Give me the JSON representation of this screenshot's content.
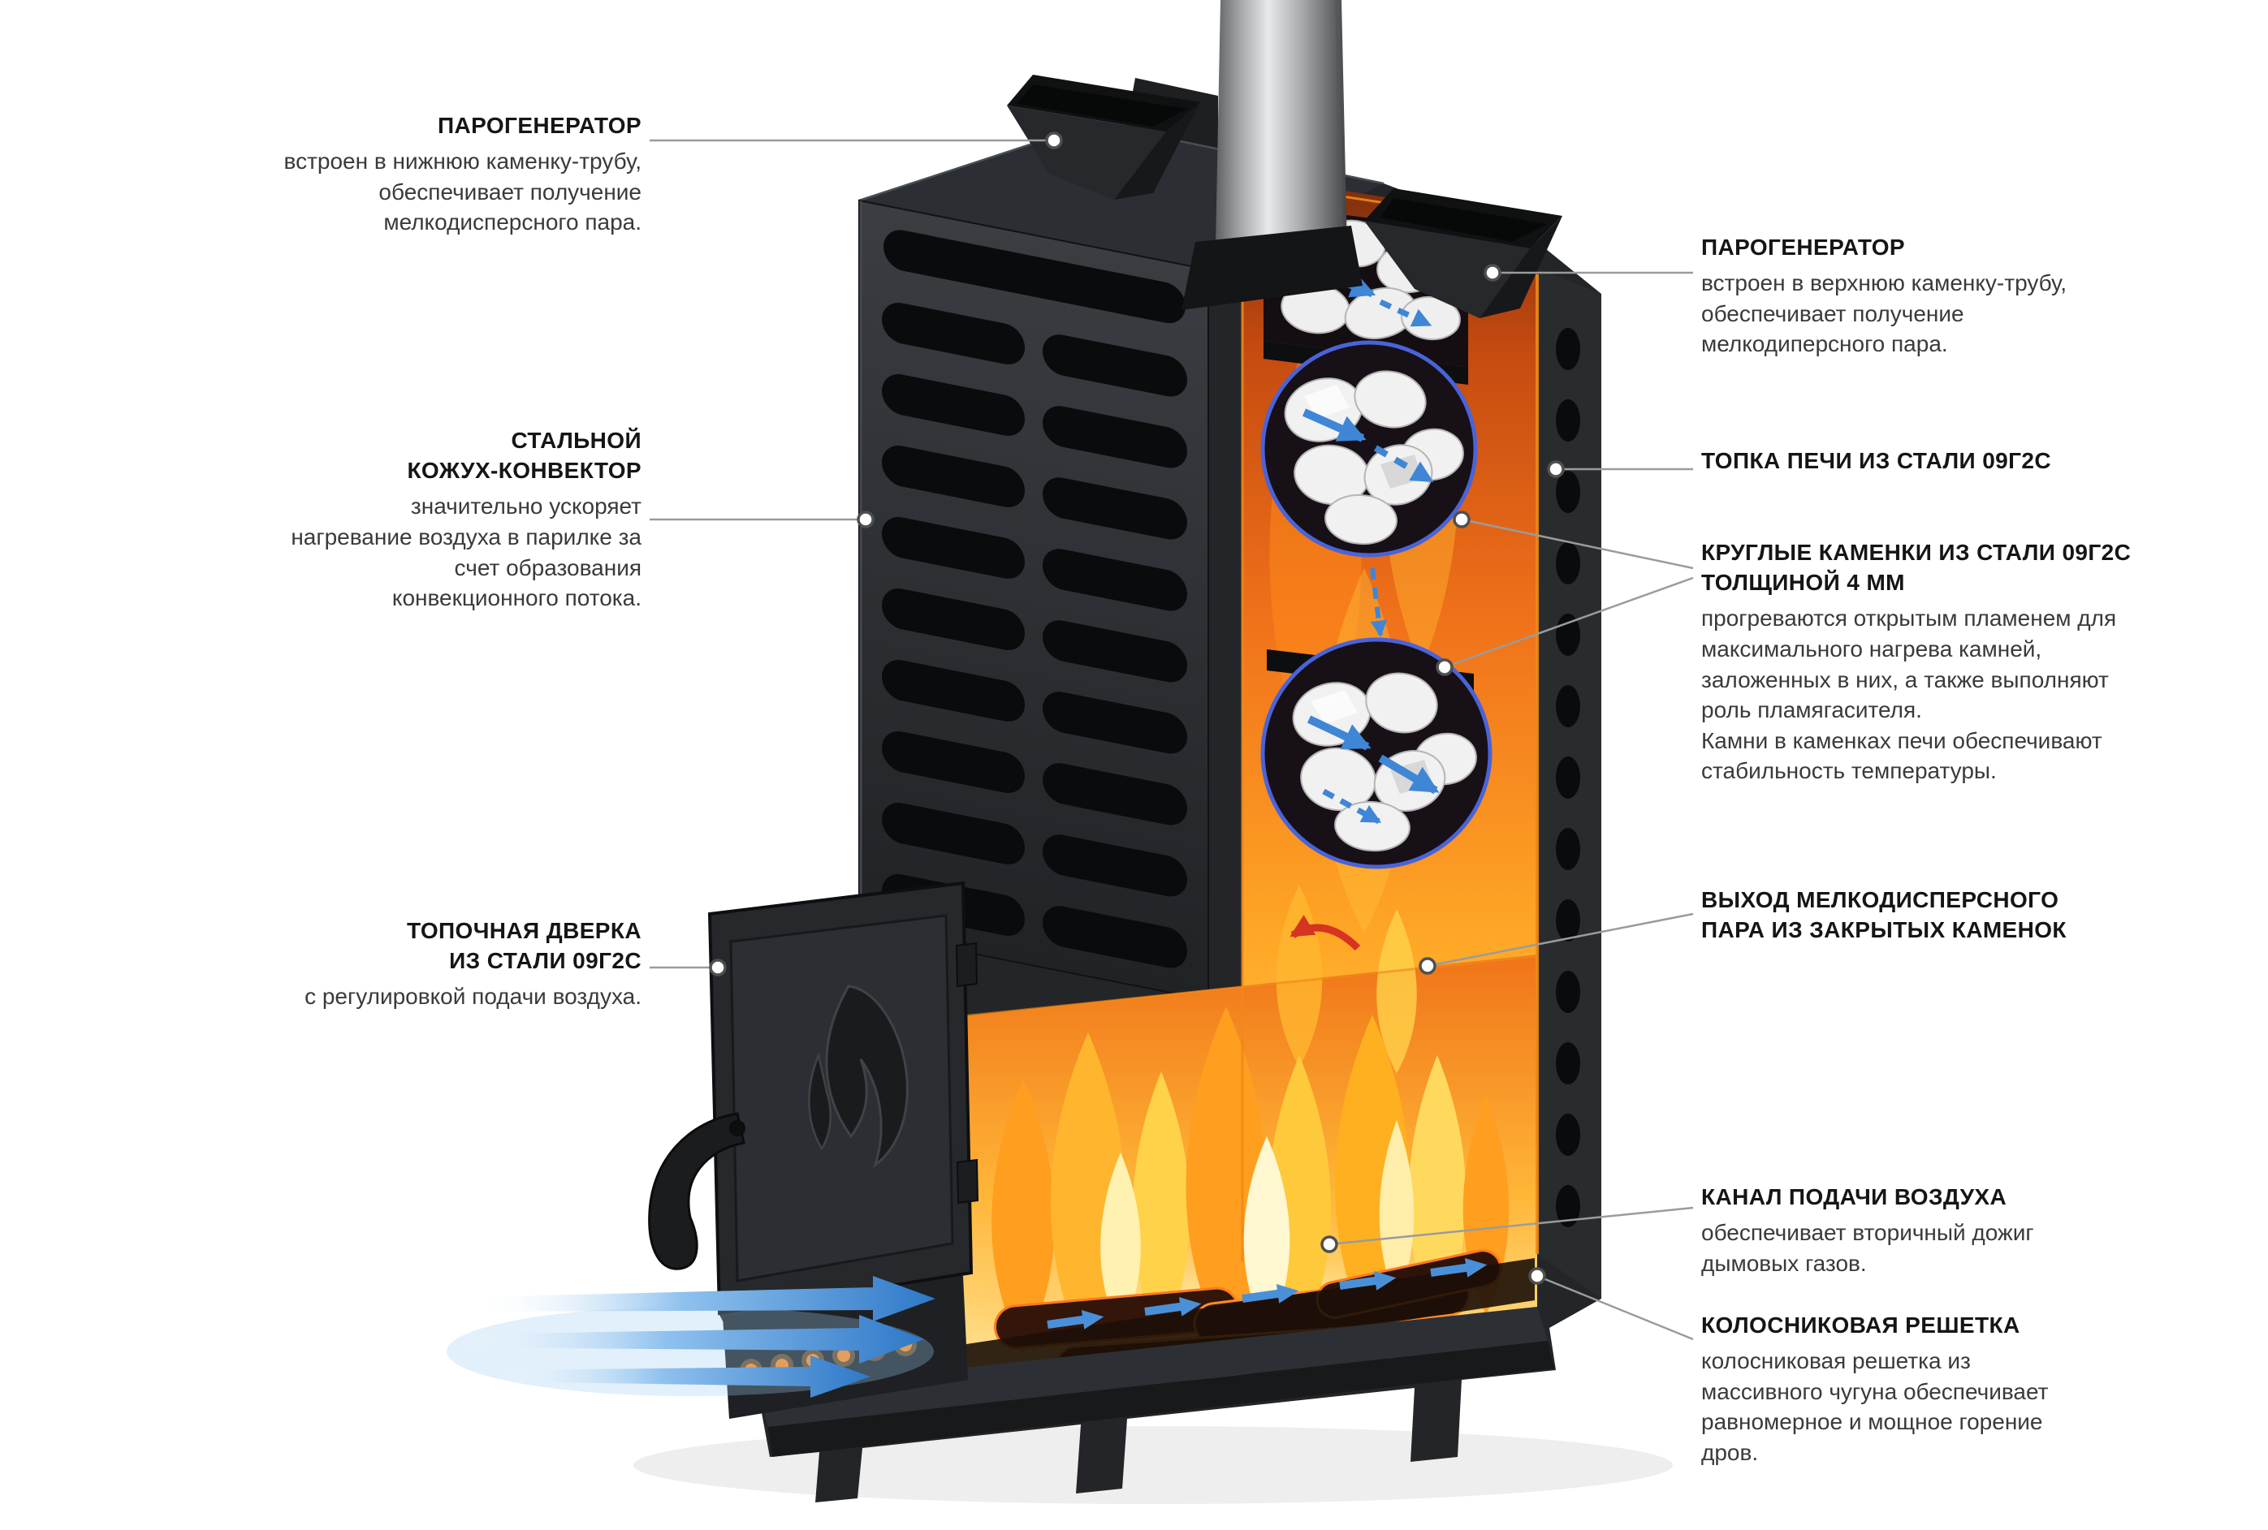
{
  "diagram": {
    "left_annotations": [
      {
        "title": "ПАРОГЕНЕРАТОР",
        "body": "встроен в нижнюю каменку-трубу,\nобеспечивает получение\nмелкодисперсного пара."
      },
      {
        "title": "СТАЛЬНОЙ\nКОЖУХ-КОНВЕКТОР",
        "body": "значительно ускоряет\nнагревание воздуха в парилке за\nсчет образования\nконвекционного потока."
      },
      {
        "title": "ТОПОЧНАЯ ДВЕРКА\nИЗ СТАЛИ 09Г2С",
        "body": "с регулировкой подачи воздуха."
      }
    ],
    "right_annotations": [
      {
        "title": "ПАРОГЕНЕРАТОР",
        "body": "встроен в верхнюю каменку-трубу,\nобеспечивает получение\nмелкодиперсного пара."
      },
      {
        "title": "ТОПКА ПЕЧИ ИЗ СТАЛИ 09Г2С",
        "body": ""
      },
      {
        "title": "КРУГЛЫЕ КАМЕНКИ ИЗ СТАЛИ 09Г2С\nТОЛЩИНОЙ 4 ММ",
        "body": "прогреваются открытым пламенем для\nмаксимального нагрева камней,\nзаложенных в них, а также выполняют\nроль пламягасителя.\nКамни в каменках печи обеспечивают\nстабильность температуры."
      },
      {
        "title": "ВЫХОД МЕЛКОДИСПЕРСНОГО\nПАРА ИЗ ЗАКРЫТЫХ КАМЕНОК",
        "body": ""
      },
      {
        "title": "КАНАЛ ПОДАЧИ ВОЗДУХА",
        "body": "обеспечивает вторичный дожиг\nдымовых газов."
      },
      {
        "title": "КОЛОСНИКОВАЯ РЕШЕТКА",
        "body": "колосниковая решетка из\nмассивного чугуна обеспечивает\nравномерное и мощное горение\nдров."
      }
    ],
    "colors": {
      "metal_dark": "#232528",
      "fire_edge_orange": "#f08a18",
      "flame_core_yellow": "#ffd95e",
      "air_arrow_blue": "#3f86d6",
      "stone_ring_blue": "#4a63d8",
      "red_arrow": "#d63420",
      "title_text": "#151515",
      "body_text": "#3a3a3a"
    }
  }
}
